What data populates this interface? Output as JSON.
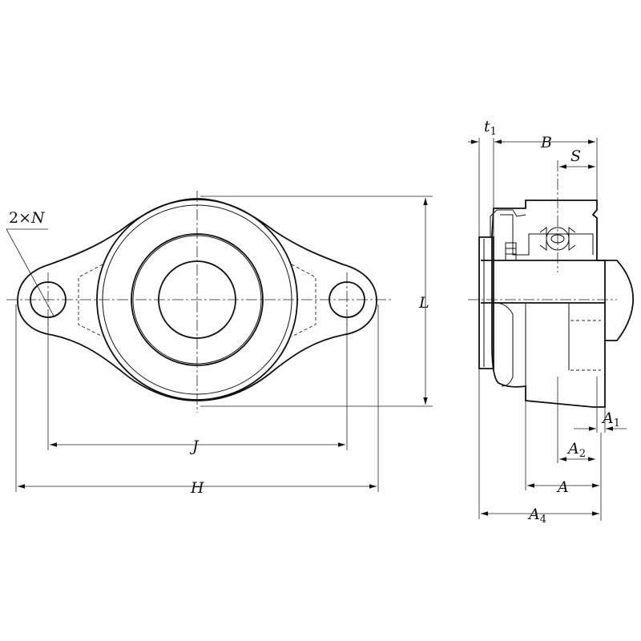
{
  "labels": {
    "holes": {
      "count": "2",
      "times": "×",
      "symbol": "N"
    },
    "J": "J",
    "H": "H",
    "L": "L",
    "t1": {
      "main": "t",
      "sub": "1"
    },
    "B": "B",
    "S": "S",
    "A1": {
      "main": "A",
      "sub": "1"
    },
    "A2": {
      "main": "A",
      "sub": "2"
    },
    "A": "A",
    "A4": {
      "main": "A",
      "sub": "4"
    }
  }
}
